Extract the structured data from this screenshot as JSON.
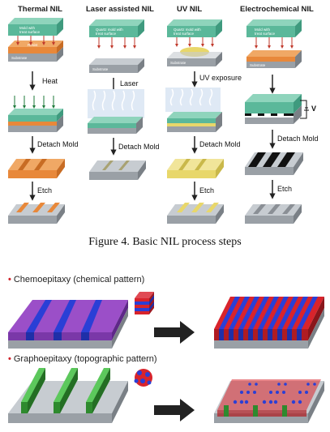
{
  "columns": [
    {
      "title": "Thermal NIL",
      "mold_text": [
        "Mold with",
        "treat surface"
      ],
      "resist_text": "Resist",
      "substrate_text": "Substrate",
      "step1": "Heat",
      "step2": "Detach Mold",
      "step3": "Etch"
    },
    {
      "title": "Laser assisted NIL",
      "mold_text": [
        "Quartz mold with",
        "treat surface"
      ],
      "resist_text": "",
      "substrate_text": "Substrate",
      "step1": "Laser",
      "step2": "Detach Mold",
      "step3": ""
    },
    {
      "title": "UV NIL",
      "mold_text": [
        "Quartz mold with",
        "treat surface"
      ],
      "resist_text": "",
      "substrate_text": "Substrate",
      "step1": "UV exposure",
      "step2": "Detach Mold",
      "step3": "Etch"
    },
    {
      "title": "Electrochemical NIL",
      "mold_text": [
        "Mold with",
        "treat surface"
      ],
      "resist_text": "",
      "substrate_text": "Substrate",
      "step1": "",
      "step2": "Detach Mold",
      "step3": "Etch"
    }
  ],
  "voltage_label": "V",
  "caption": "Figure 4. Basic NIL process steps",
  "bottom": {
    "chemo_label": "Chemoepitaxy (chemical pattern)",
    "grapho_label": "Graphoepitaxy (topographic pattern)"
  },
  "colors": {
    "mold": "#5bb89a",
    "resist": "#e8883a",
    "substrate": "#9aa0a6",
    "uv_resist": "#e8d76a",
    "purple": "#8a3fb8",
    "blue": "#2a3fd6",
    "red": "#d8242c",
    "green": "#2e8a2e",
    "arrow": "#222222"
  }
}
